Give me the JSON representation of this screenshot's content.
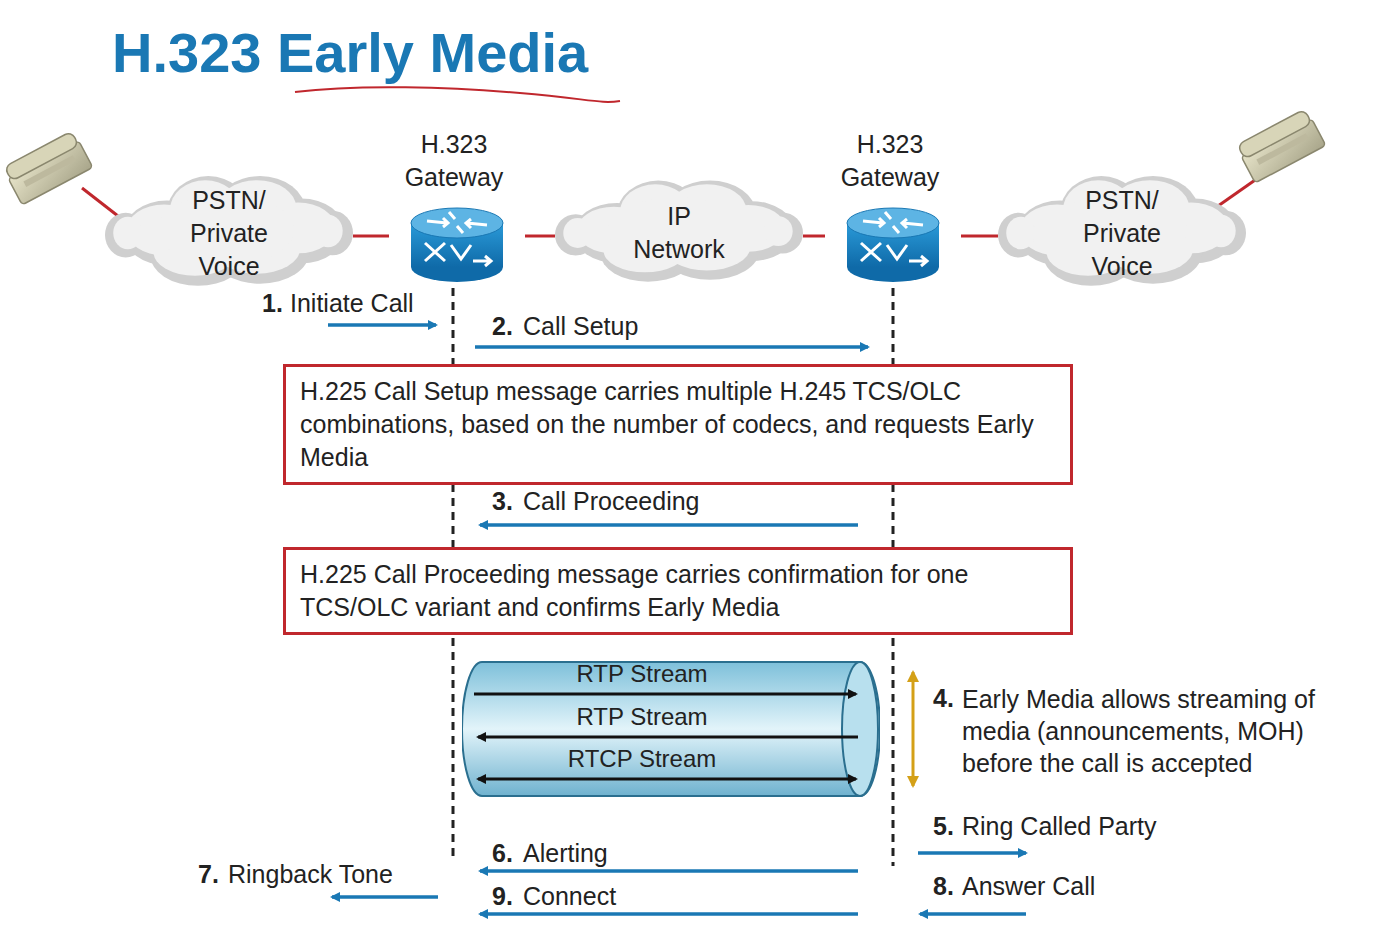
{
  "diagram": {
    "title": "H.323 Early Media",
    "nodes": [
      {
        "text": [
          "PSTN/ Private Voice"
        ]
      },
      {
        "text": [
          "H.323 Gateway"
        ]
      },
      {
        "text": [
          "IP Network"
        ]
      },
      {
        "text": [
          "H.323 Gateway"
        ]
      },
      {
        "text": [
          "PSTN/ Private Voice"
        ]
      },
      {
        "text": [
          "H.225 Call Setup message carries multiple H.245 TCS/OLC combinations, based on the number of codecs, and requests Early Media"
        ]
      },
      {
        "text": [
          "H.225 Call Proceeding message carries confirmation for one TCS/OLC variant and confirms Early Media"
        ]
      },
      {
        "text": [
          "RTP Stream",
          "RTP Stream",
          "RTCP Stream"
        ]
      }
    ],
    "edges": [
      {
        "from": 0,
        "to": 1,
        "arrow": "none"
      },
      {
        "from": 1,
        "to": 2,
        "arrow": "none"
      },
      {
        "from": 2,
        "to": 3,
        "arrow": "none"
      },
      {
        "from": 3,
        "to": 4,
        "arrow": "none"
      }
    ],
    "labels": [
      "1.",
      "Initiate Call",
      "2.",
      "Call Setup",
      "3.",
      "Call Proceeding",
      "4.",
      "Early Media allows streaming of media (announcements, MOH) before the call is accepted",
      "5.",
      "Ring Called Party",
      "6.",
      "Alerting",
      "7.",
      "Ringback Tone",
      "8.",
      "Answer Call",
      "9.",
      "Connect"
    ]
  }
}
